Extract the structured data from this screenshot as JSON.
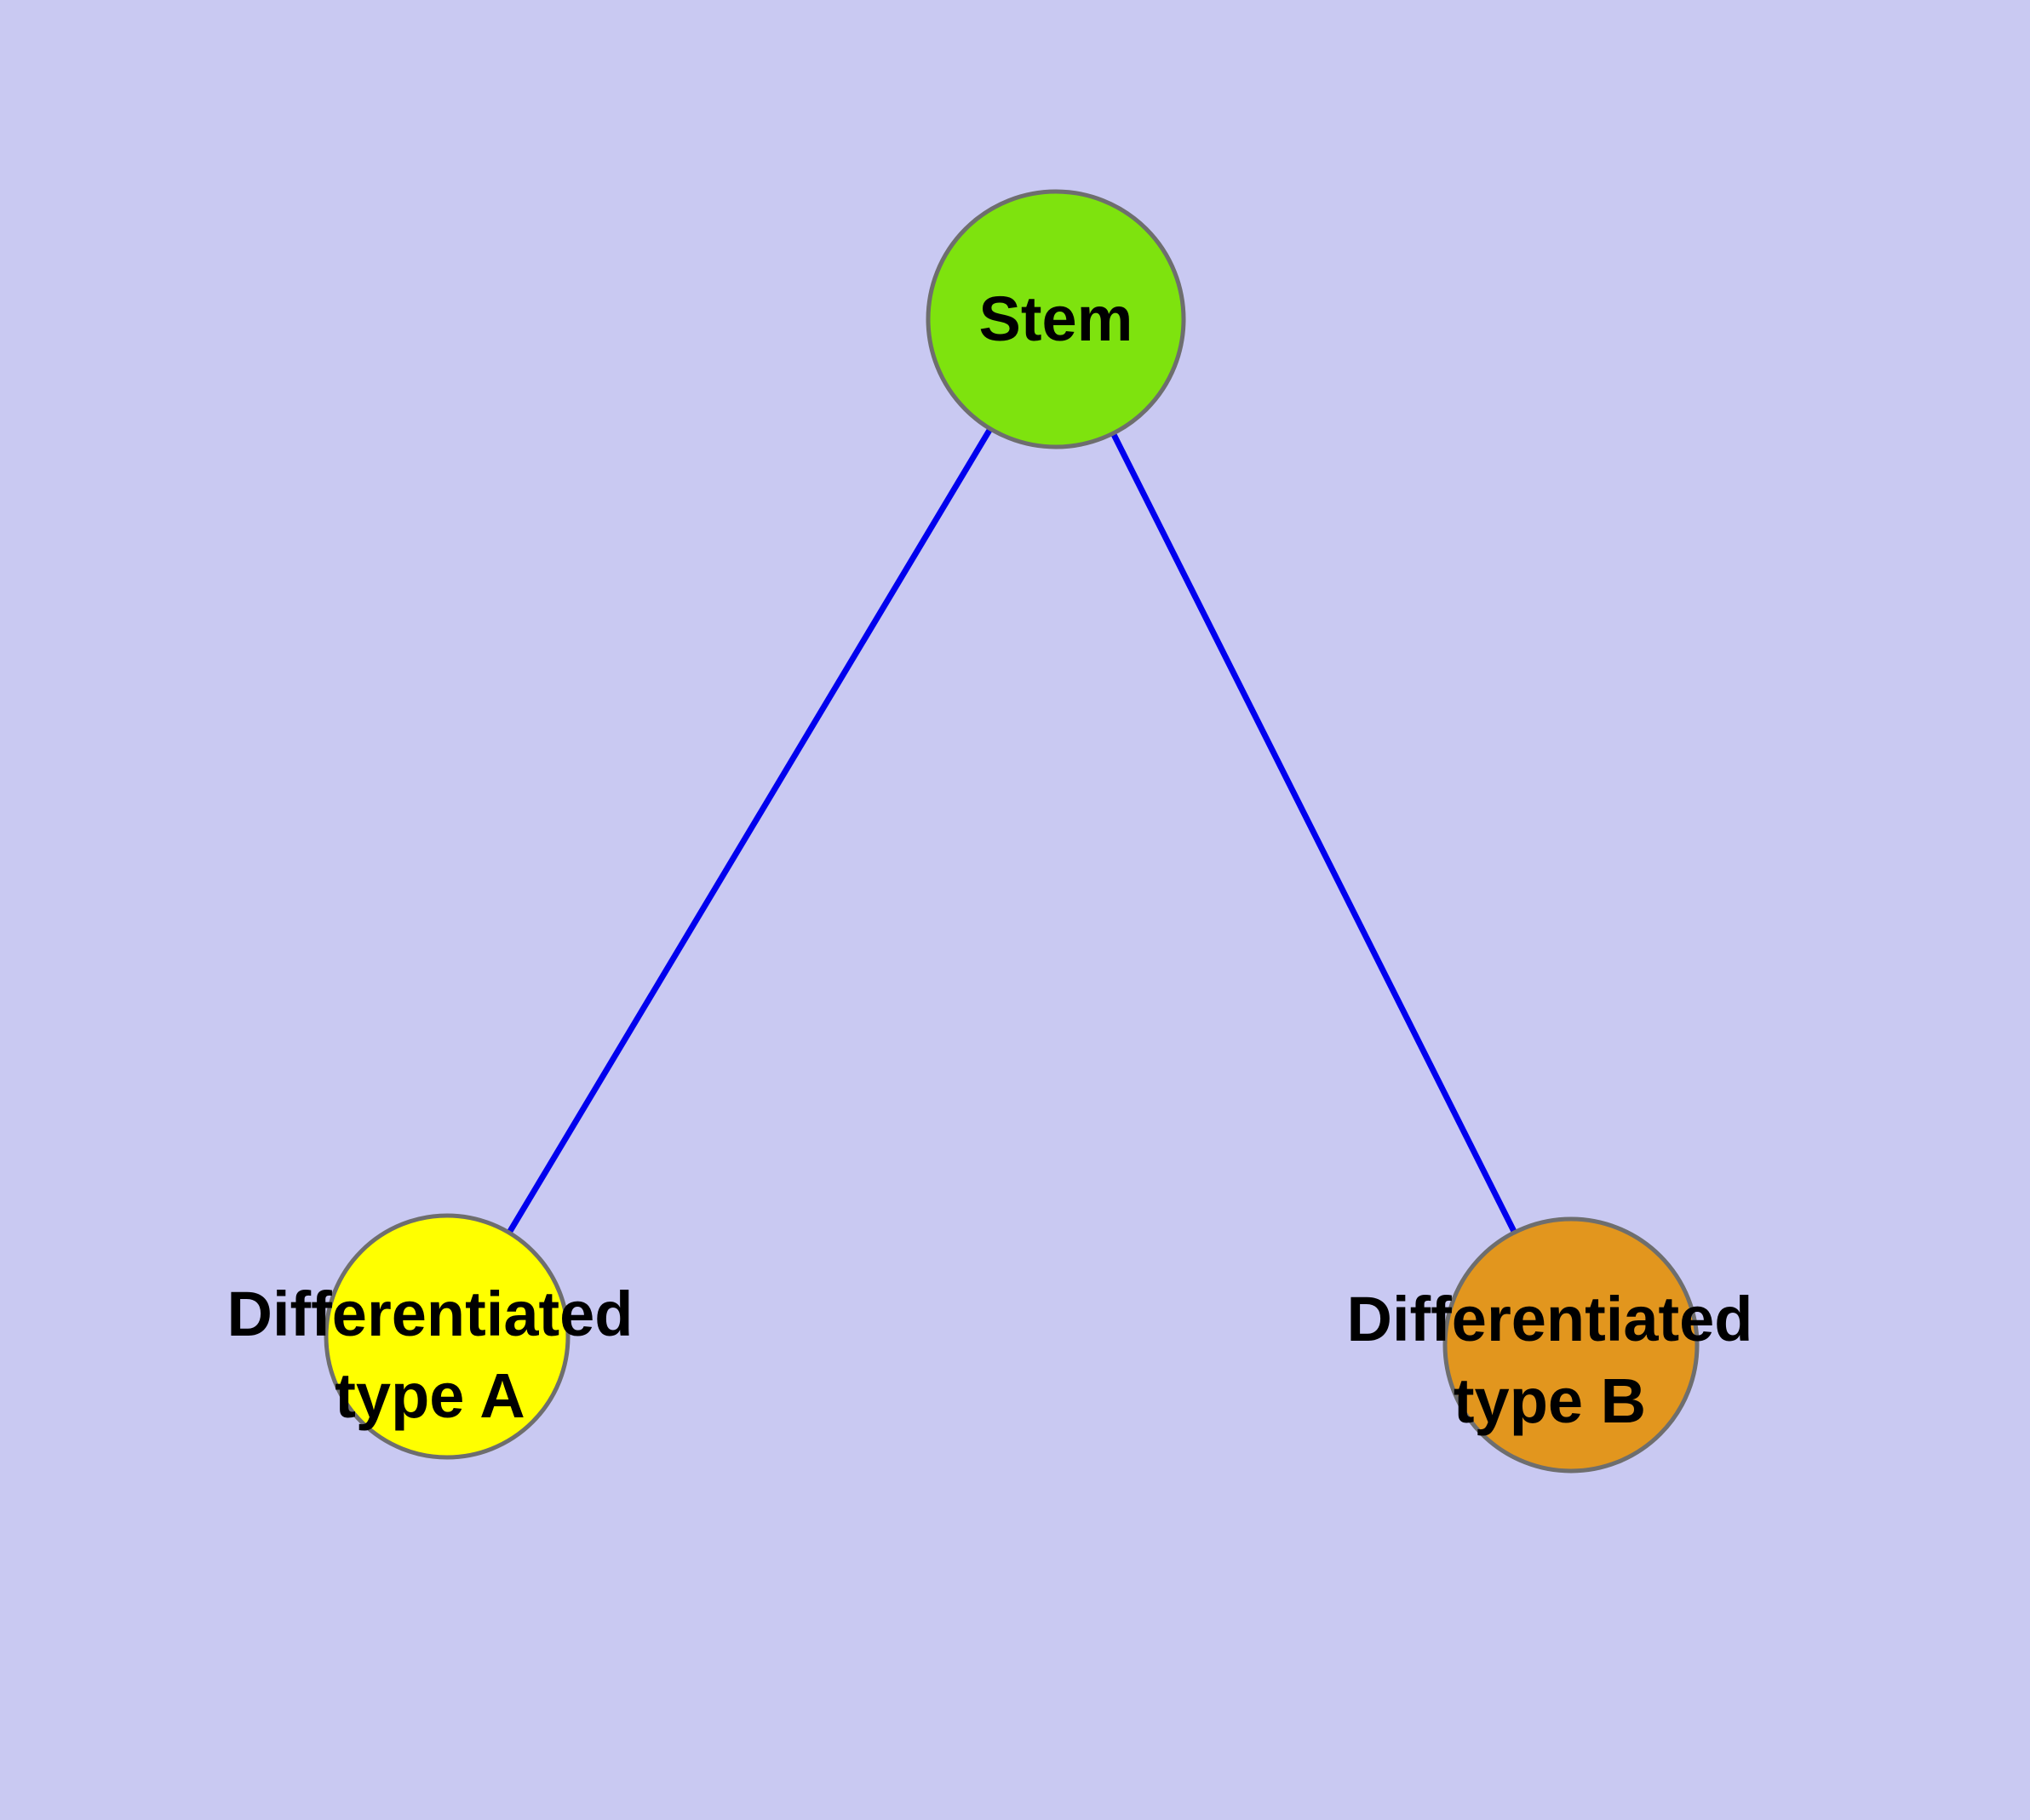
{
  "diagram": {
    "type": "node-link-graph",
    "background_color": "#c9c9f2",
    "edge_color": "#0000ee",
    "node_border_color": "#6e6e6e",
    "label_color": "#000000",
    "nodes": {
      "stem": {
        "label": "Stem",
        "color": "#7ee30e"
      },
      "type_a": {
        "label": "Differentiated\ntype A",
        "color": "#ffff00"
      },
      "type_b": {
        "label": "Differentiated\ntype B",
        "color": "#e2961e"
      }
    },
    "edges": [
      {
        "from": "stem",
        "to": "type_a"
      },
      {
        "from": "stem",
        "to": "type_b"
      }
    ]
  }
}
